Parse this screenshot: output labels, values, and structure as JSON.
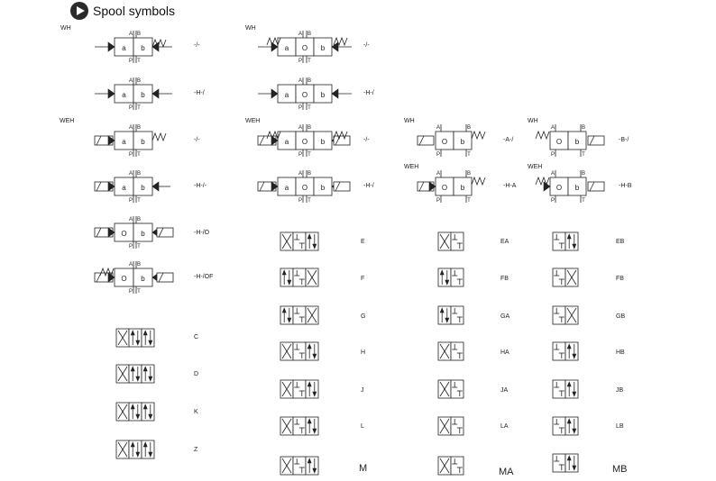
{
  "header": {
    "title": "Spool symbols",
    "icon": "play-circle-icon"
  },
  "port_labels": {
    "a": "A",
    "b": "B",
    "p": "P",
    "t": "T"
  },
  "rows": [
    {
      "control": "WH",
      "box_a": "a",
      "box_o": "O",
      "box_b": "b",
      "codes": [
        "-/-",
        "-/-"
      ]
    },
    {
      "control": "",
      "box_a": "a",
      "box_o": "O",
      "box_b": "b",
      "codes": [
        "-H-/",
        "-H-/"
      ]
    },
    {
      "control": "WEH",
      "box_a": "a",
      "box_o": "O",
      "box_b": "b",
      "codes": [
        "-/-",
        "-/-"
      ]
    },
    {
      "control": "",
      "box_a": "a",
      "box_o": "O",
      "box_b": "b",
      "codes": [
        "-H-/-",
        "-H-/"
      ]
    },
    {
      "control": "",
      "box_a": "O",
      "box_b": "b",
      "codes": [
        "-H-/O"
      ]
    },
    {
      "control": "",
      "box_a": "O",
      "box_b": "b",
      "codes": [
        "-H-/OF"
      ]
    }
  ],
  "right_valves": {
    "controls": [
      "WH",
      "WH",
      "WEH",
      "WEH"
    ],
    "box_o": "O",
    "box_b": "b",
    "codes": [
      "-A-/",
      "-B-/",
      "-H-A",
      "-H-B"
    ]
  },
  "spool_codes": {
    "col1": [
      "C",
      "D",
      "K",
      "Z"
    ],
    "col2": [
      "E",
      "F",
      "G",
      "H",
      "J",
      "L",
      "M"
    ],
    "col3": [
      "EA",
      "FB",
      "GA",
      "HA",
      "JA",
      "LA",
      "MA"
    ],
    "col4": [
      "EB",
      "FB",
      "GB",
      "HB",
      "JB",
      "LB",
      "MB"
    ]
  }
}
